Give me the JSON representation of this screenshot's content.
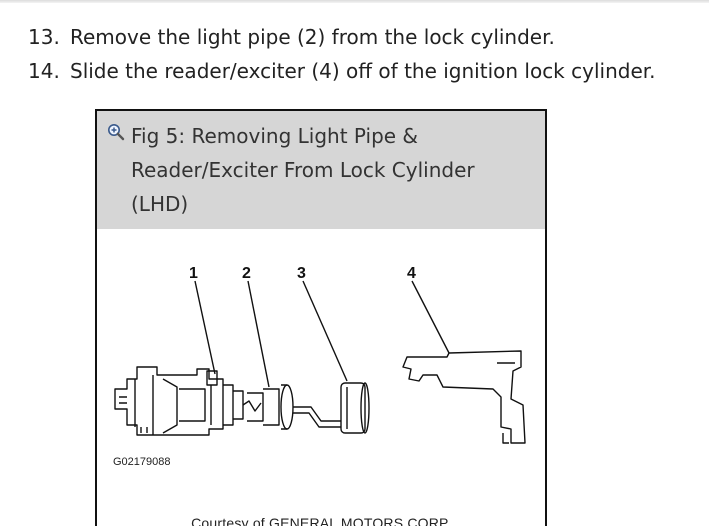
{
  "steps": [
    {
      "number": "13.",
      "text": "Remove the light pipe (2) from the lock cylinder."
    },
    {
      "number": "14.",
      "text": "Slide the reader/exciter (4) off of the ignition lock cylinder."
    }
  ],
  "figure": {
    "title_line1": "Fig 5: Removing Light Pipe &",
    "title_line2": "Reader/Exciter From Lock Cylinder",
    "title_line3": "(LHD)",
    "zoom_icon": "zoom-in-icon",
    "callouts": [
      "1",
      "2",
      "3",
      "4"
    ],
    "code": "G02179088",
    "credit": "Courtesy of GENERAL MOTORS CORP."
  },
  "colors": {
    "header_bg": "#d6d6d6",
    "border": "#111111",
    "text": "#222222"
  }
}
